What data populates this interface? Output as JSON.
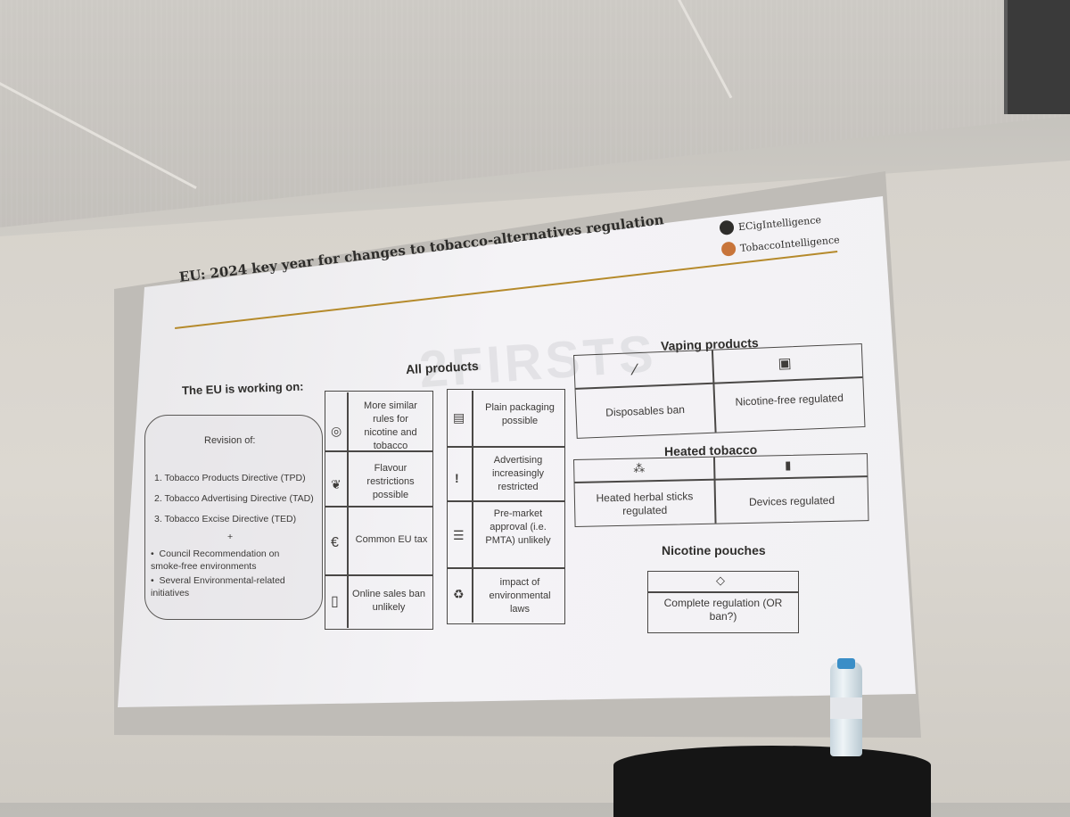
{
  "slide": {
    "title": "EU: 2024 key year for changes to tobacco-alternatives regulation",
    "logos": [
      "ECigIntelligence",
      "TobaccoIntelligence"
    ],
    "watermark": "2FIRSTS",
    "left_panel": {
      "heading": "The EU is working on:",
      "revision_title": "Revision of:",
      "numbered": [
        "1.   Tobacco Products Directive (TPD)",
        "2.   Tobacco Advertising Directive (TAD)",
        "3.   Tobacco Excise Directive (TED)"
      ],
      "plus": "+",
      "bullets": [
        "Council Recommendation on smoke-free environments",
        "Several Environmental-related initiatives"
      ]
    },
    "all_products": {
      "heading": "All products",
      "left_column": [
        {
          "icon": "target-icon",
          "glyph": "◎",
          "text": "More similar rules for nicotine and tobacco"
        },
        {
          "icon": "strawberry-icon",
          "glyph": "❦",
          "text": "Flavour restrictions possible"
        },
        {
          "icon": "euro-icon",
          "glyph": "€",
          "text": "Common EU tax"
        },
        {
          "icon": "phone-cart-icon",
          "glyph": "▯",
          "text": "Online sales ban unlikely"
        }
      ],
      "right_column": [
        {
          "icon": "package-icon",
          "glyph": "▤",
          "text": "Plain packaging possible"
        },
        {
          "icon": "exclamation-icon",
          "glyph": "!",
          "text": "Advertising increasingly restricted"
        },
        {
          "icon": "clipboard-icon",
          "glyph": "☰",
          "text": "Pre-market approval (i.e. PMTA) unlikely"
        },
        {
          "icon": "recycle-icon",
          "glyph": "♻",
          "text": "impact of environmental laws"
        }
      ]
    },
    "vaping": {
      "heading": "Vaping products",
      "cells": [
        {
          "icon": "vape-pen-icon",
          "glyph": "⁄",
          "text": "Disposables ban"
        },
        {
          "icon": "e-liquid-bottle-icon",
          "glyph": "▣",
          "text": "Nicotine-free regulated"
        }
      ]
    },
    "heated": {
      "heading": "Heated tobacco",
      "cells": [
        {
          "icon": "herb-sticks-icon",
          "glyph": "⁂",
          "text": "Heated herbal sticks regulated"
        },
        {
          "icon": "device-icon",
          "glyph": "▮",
          "text": "Devices regulated"
        }
      ]
    },
    "pouches": {
      "heading": "Nicotine pouches",
      "cells": [
        {
          "icon": "pouch-icon",
          "glyph": "◇",
          "text": "Complete regulation (OR ban?)"
        }
      ]
    }
  },
  "colors": {
    "title_rule": "#b58a2b",
    "logo_dark": "#2e2d2b",
    "logo_orange": "#c8753a",
    "text": "#3c3a38"
  }
}
